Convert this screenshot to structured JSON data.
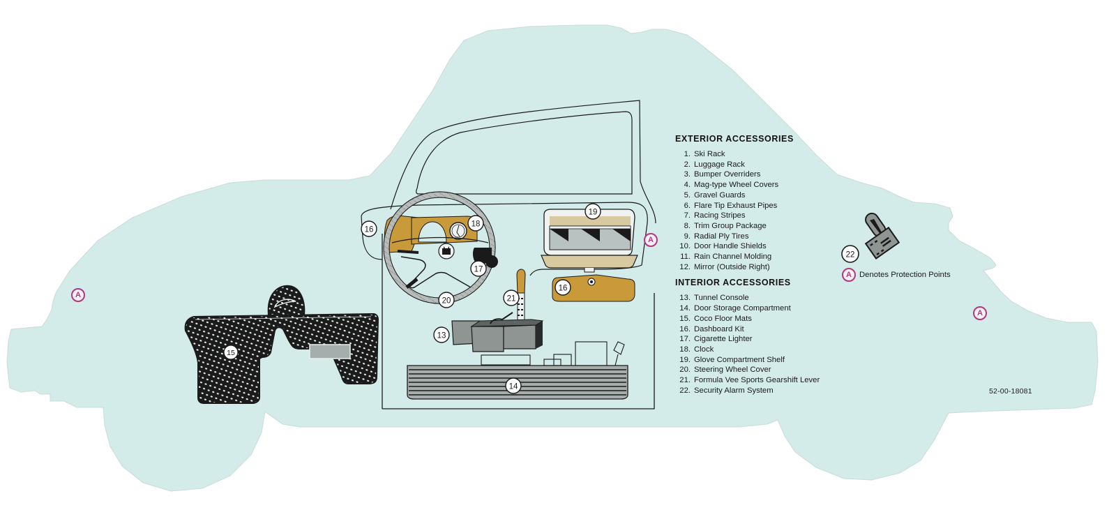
{
  "colors": {
    "card": "#d3ebe9",
    "ink": "#1a1a1a",
    "wood": "#c99a3a",
    "wood_light": "#d9c9a0",
    "part_gray": "#8e9593",
    "protection_magenta": "#b5367f"
  },
  "exterior": {
    "heading": "EXTERIOR ACCESSORIES",
    "items": [
      {
        "num": "1.",
        "label": "Ski Rack"
      },
      {
        "num": "2.",
        "label": "Luggage Rack"
      },
      {
        "num": "3.",
        "label": "Bumper Overriders"
      },
      {
        "num": "4.",
        "label": "Mag-type Wheel Covers"
      },
      {
        "num": "5.",
        "label": "Gravel Guards"
      },
      {
        "num": "6.",
        "label": "Flare Tip Exhaust Pipes"
      },
      {
        "num": "7.",
        "label": "Racing Stripes"
      },
      {
        "num": "8.",
        "label": "Trim Group Package"
      },
      {
        "num": "9.",
        "label": "Radial Ply Tires"
      },
      {
        "num": "10.",
        "label": "Door Handle Shields"
      },
      {
        "num": "11.",
        "label": "Rain Channel Molding"
      },
      {
        "num": "12.",
        "label": "Mirror (Outside Right)"
      }
    ]
  },
  "interior": {
    "heading": "INTERIOR ACCESSORIES",
    "items": [
      {
        "num": "13.",
        "label": "Tunnel Console"
      },
      {
        "num": "14.",
        "label": "Door Storage Compartment"
      },
      {
        "num": "15.",
        "label": "Coco Floor Mats"
      },
      {
        "num": "16.",
        "label": "Dashboard Kit"
      },
      {
        "num": "17.",
        "label": "Cigarette Lighter"
      },
      {
        "num": "18.",
        "label": "Clock"
      },
      {
        "num": "19.",
        "label": "Glove Compartment Shelf"
      },
      {
        "num": "20.",
        "label": "Steering Wheel Cover"
      },
      {
        "num": "21.",
        "label": "Formula Vee Sports Gearshift Lever"
      },
      {
        "num": "22.",
        "label": "Security Alarm System"
      }
    ]
  },
  "protection": {
    "marker": "A",
    "legend_label": "Denotes Protection Points"
  },
  "callouts": {
    "c13": "13",
    "c14": "14",
    "c15": "15",
    "c16a": "16",
    "c16b": "16",
    "c17": "17",
    "c18": "18",
    "c19": "19",
    "c20": "20",
    "c21": "21",
    "c22": "22"
  },
  "part_number": "52-00-18081"
}
